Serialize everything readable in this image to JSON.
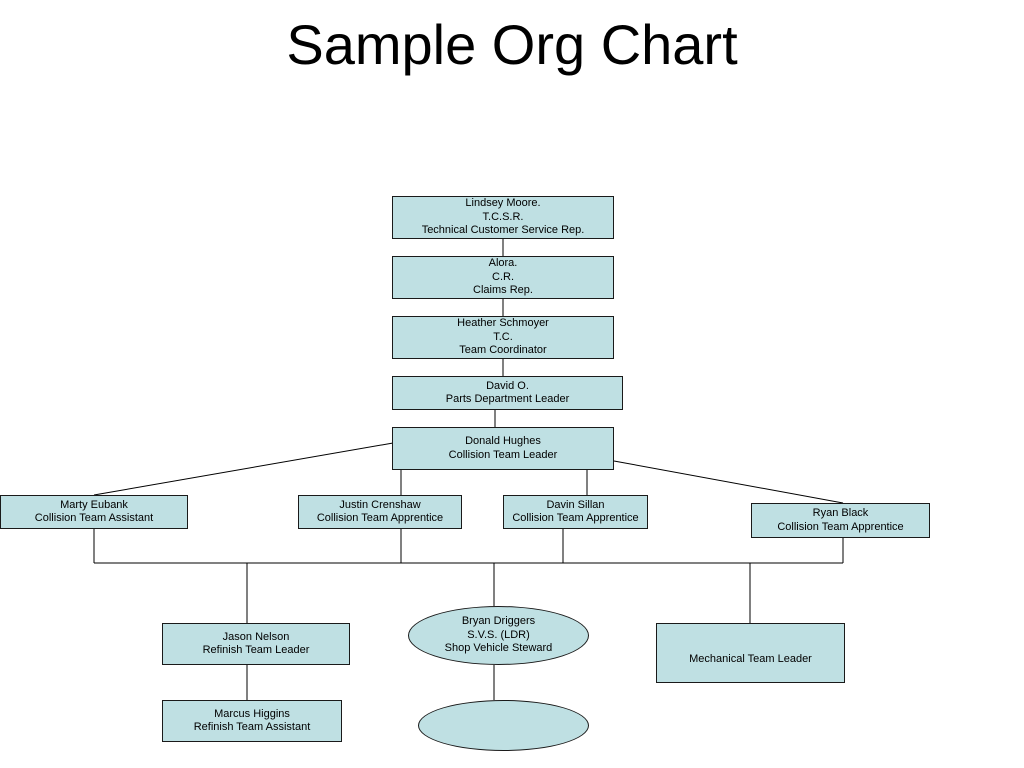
{
  "title": "Sample Org Chart",
  "colors": {
    "node_fill": "#bfe0e3",
    "node_border": "#1a1a1a",
    "connector": "#000000"
  },
  "nodes": {
    "lindsey": {
      "name": "Lindsey Moore.",
      "abbr": "T.C.S.R.",
      "role": "Technical Customer Service Rep."
    },
    "alora": {
      "name": "Alora.",
      "abbr": "C.R.",
      "role": "Claims Rep."
    },
    "heather": {
      "name": "Heather Schmoyer",
      "abbr": "T.C.",
      "role": "Team Coordinator"
    },
    "david": {
      "name": "David O.",
      "role": "Parts Department Leader"
    },
    "donald": {
      "name": "Donald Hughes",
      "role": "Collision Team Leader"
    },
    "marty": {
      "name": "Marty Eubank",
      "role": "Collision Team Assistant"
    },
    "justin": {
      "name": "Justin Crenshaw",
      "role": "Collision Team Apprentice"
    },
    "davin": {
      "name": "Davin Sillan",
      "role": "Collision Team Apprentice"
    },
    "ryan": {
      "name": "Ryan Black",
      "role": "Collision Team Apprentice"
    },
    "jason": {
      "name": "Jason Nelson",
      "role": "Refinish Team Leader"
    },
    "bryan": {
      "name": "Bryan Driggers",
      "abbr": "S.V.S. (LDR)",
      "role": "Shop Vehicle Steward"
    },
    "mechanical": {
      "role": "Mechanical Team Leader"
    },
    "marcus": {
      "name": "Marcus Higgins",
      "role": "Refinish Team Assistant"
    },
    "unnamed_ellipse": {}
  }
}
